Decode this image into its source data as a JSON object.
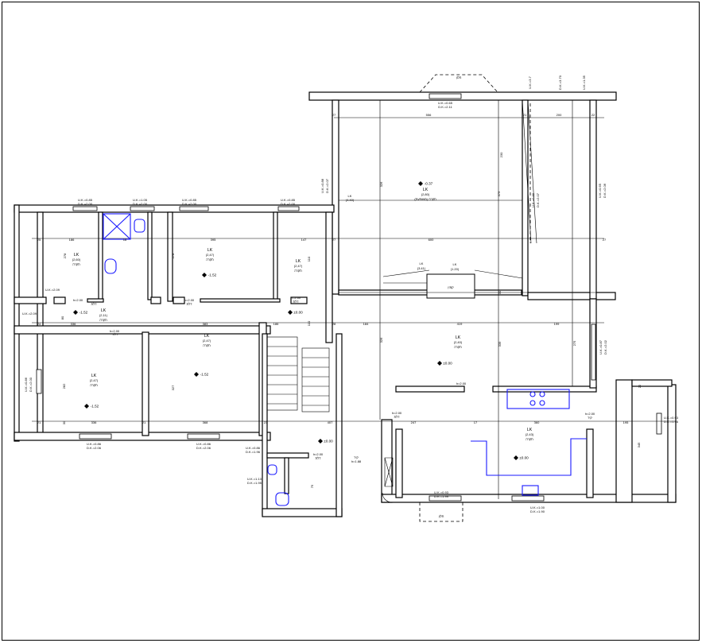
{
  "plan": {
    "rooms": [
      {
        "id": "living",
        "code": "LK",
        "ceil": "(2,80)",
        "name": "תקרה (משופעת)",
        "level": "-0.37"
      },
      {
        "id": "room-a",
        "code": "LK",
        "ceil": "(2,60)",
        "name": "תקרה"
      },
      {
        "id": "room-b",
        "code": "LK",
        "ceil": "(2,47)",
        "name": "תקרה",
        "level": "-1.52"
      },
      {
        "id": "room-c",
        "code": "LK",
        "ceil": "(2,47)",
        "name": "תקרה"
      },
      {
        "id": "hall",
        "code": "LK",
        "ceil": "(2,11)",
        "name": "תקרה",
        "level": "-1.52"
      },
      {
        "id": "bed-1",
        "code": "LK",
        "ceil": "(2,47)",
        "name": "תקרה",
        "level": "-1.52"
      },
      {
        "id": "bed-2",
        "code": "LK",
        "ceil": "(2,47)",
        "name": "תקרה",
        "level": "-1.52"
      },
      {
        "id": "main",
        "code": "LK",
        "ceil": "(2,40)",
        "name": "תקרה",
        "level": "±0.00"
      },
      {
        "id": "kitchen",
        "code": "LK",
        "ceil": "(2,43)",
        "name": "תקרה",
        "level": "±0.00"
      }
    ],
    "labels": {
      "chimney": "חלון",
      "bottom_bay": "חלון",
      "fireplace": "קמין",
      "door_a": "דלת",
      "door_b": "דלת",
      "door_c": "דלת",
      "door_d": "דלת",
      "door_e": "דלת",
      "door_f": "דלת",
      "wall_mid": "קיר",
      "wall_top": "קיר",
      "side_level": "±0.00",
      "stair_level": "±0.00",
      "lk_top": "LK",
      "lk_top2": "(4.40)",
      "lk_mid": "LK",
      "lk_mid2": "(3.41)",
      "lk_mid3": "LK",
      "lk_mid4": "(1.20)"
    },
    "openings": {
      "o1": "U.K.=0.65",
      "o1b": "D.K.=2.11",
      "o2": "U.K.=0.88",
      "o2b": "D.K.=2.07",
      "o3": "U.K.=0.85",
      "o3b": "D.K.=2.00",
      "o4": "U.K.=1.05",
      "o4b": "D.K.=2.00",
      "o5": "U.K.=0.85",
      "o5b": "D.K.=2.00",
      "o6": "U.K.=0.85",
      "o6b": "D.K.=2.00",
      "o7": "U.K.=0.86",
      "o7b": "D.K.=2.00",
      "o8": "U.K.=0.86",
      "o8b": "D.K.=2.06",
      "o9": "U.K.=0.86",
      "o9b": "D.K.=2.06",
      "o10": "U.K.=0.86",
      "o10b": "D.K.=1.96",
      "o11": "U.K.=1.13",
      "o11b": "D.K.=1.95",
      "o12": "U.K.=0.93",
      "o12b": "D.K.=1.99",
      "o13": "U.K.=1.00",
      "o13b": "D.K.=1.90",
      "o14": "U.K.=0.87",
      "o14b": "D.K.=2.02",
      "o15": "U.K.=0.93",
      "o15b": "D.K.=1.96",
      "o16": "U.K.=2.09",
      "o17": "U.K.=3.7",
      "o18": "D.K.=3.70",
      "o19": "U.K.=1.35",
      "o20": "U.K.=0.65",
      "o20b": "D.K.=2.06",
      "o21": "U.K.=0.89",
      "o21b": "D.K.=2.07",
      "o22": "U.K.=2.09"
    },
    "heights": {
      "h1": "h=2.00",
      "h2": "h=2.00",
      "h3": "h=2.00",
      "h4": "h=2.00",
      "h5": "h=2.00",
      "h6": "h=2.00",
      "h7": "h=2.00",
      "h8": "h=2.00",
      "h9": "h=1.88"
    },
    "dims": {
      "top": [
        "27",
        "556",
        "21",
        "200",
        "22"
      ],
      "row1": [
        "25",
        "186",
        "16",
        "395",
        "147",
        "27",
        "600",
        "27"
      ],
      "row2": [
        "24",
        "336",
        "383",
        "186",
        "28",
        "184",
        "419",
        "199"
      ],
      "row3": [
        "21",
        "336",
        "21",
        "368",
        "23",
        "407",
        "247",
        "17",
        "360",
        "195"
      ],
      "vert": [
        "278",
        "278",
        "327",
        "282",
        "275",
        "379",
        "326",
        "326",
        "339",
        "230",
        "345",
        "22",
        "80",
        "110",
        "110",
        "75",
        "30",
        "30"
      ]
    }
  }
}
